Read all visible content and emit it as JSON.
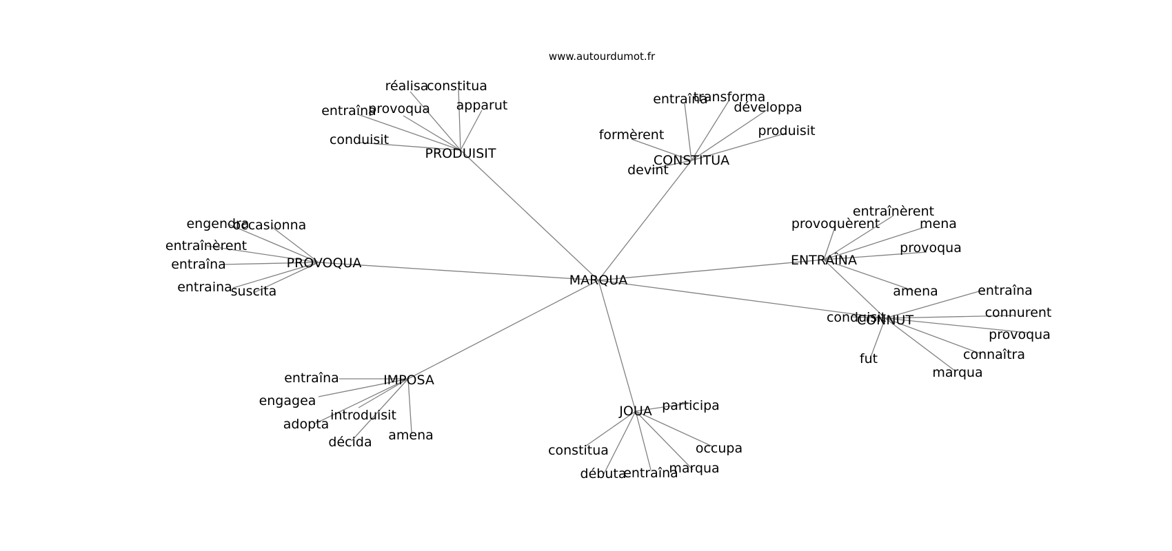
{
  "credit": "www.autourdumot.fr",
  "graph": {
    "root": "MARQUA",
    "hubs": [
      {
        "label": "PRODUISIT",
        "leaves": [
          "réalisa",
          "constitua",
          "apparut",
          "provoqua",
          "entraîna",
          "conduisit"
        ]
      },
      {
        "label": "CONSTITUA",
        "leaves": [
          "entraîna",
          "transforma",
          "développa",
          "produisit",
          "formèrent",
          "devint"
        ]
      },
      {
        "label": "PROVOQUA",
        "leaves": [
          "engendra",
          "occasionna",
          "entraînèrent",
          "entraîna",
          "entraina",
          "suscita"
        ]
      },
      {
        "label": "ENTRAÎNA",
        "leaves": [
          "entraînèrent",
          "provoquèrent",
          "mena",
          "provoqua",
          "amena"
        ]
      },
      {
        "label": "CONNUT",
        "leaves": [
          "entraîna",
          "connurent",
          "provoqua",
          "connaîtra",
          "marqua",
          "fut",
          "conduisit"
        ]
      },
      {
        "label": "IMPOSA",
        "leaves": [
          "entraîna",
          "engagea",
          "introduisit",
          "adopta",
          "décida",
          "amena"
        ]
      },
      {
        "label": "JOUA",
        "leaves": [
          "participa",
          "occupa",
          "marqua",
          "entraîna",
          "débuta",
          "constitua"
        ]
      }
    ],
    "extra_links": [
      [
        "ENTRAÎNA",
        "CONNUT"
      ]
    ]
  }
}
